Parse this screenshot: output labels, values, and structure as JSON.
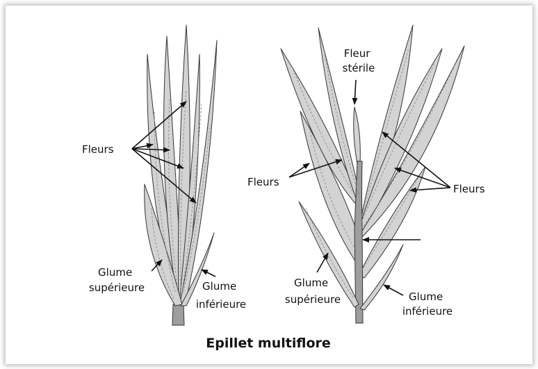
{
  "colors": {
    "glume_fill": "#d3d3d3",
    "stem_fill": "#9e9e9e",
    "outline": "#333333",
    "text": "#111111"
  },
  "left_spikelet": {
    "label_flowers": "Fleurs",
    "label_upper_glume": [
      "Glume",
      "supérieure"
    ],
    "label_lower_glume": [
      "Glume",
      "inférieure"
    ]
  },
  "right_spikelet": {
    "label_sterile_flower": [
      "Fleur",
      "stérile"
    ],
    "label_flowers_left": "Fleurs",
    "label_flowers_right": "Fleurs",
    "label_upper_glume": [
      "Glume",
      "supérieure"
    ],
    "label_lower_glume": [
      "Glume",
      "inférieure"
    ]
  },
  "caption": "Epillet multiflore"
}
